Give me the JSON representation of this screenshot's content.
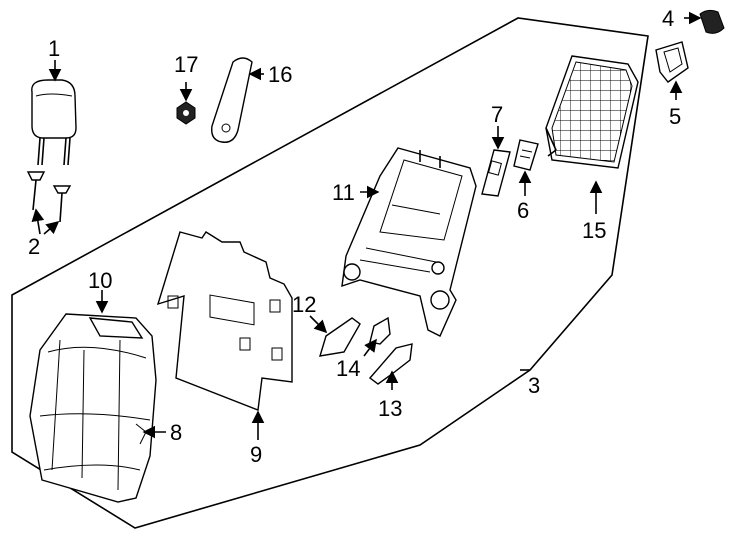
{
  "diagram": {
    "type": "exploded-parts-diagram",
    "callouts": {
      "c1": "1",
      "c2": "2",
      "c3": "3",
      "c4": "4",
      "c5": "5",
      "c6": "6",
      "c7": "7",
      "c8": "8",
      "c9": "9",
      "c10": "10",
      "c11": "11",
      "c12": "12",
      "c13": "13",
      "c14": "14",
      "c15": "15",
      "c16": "16",
      "c17": "17"
    }
  }
}
